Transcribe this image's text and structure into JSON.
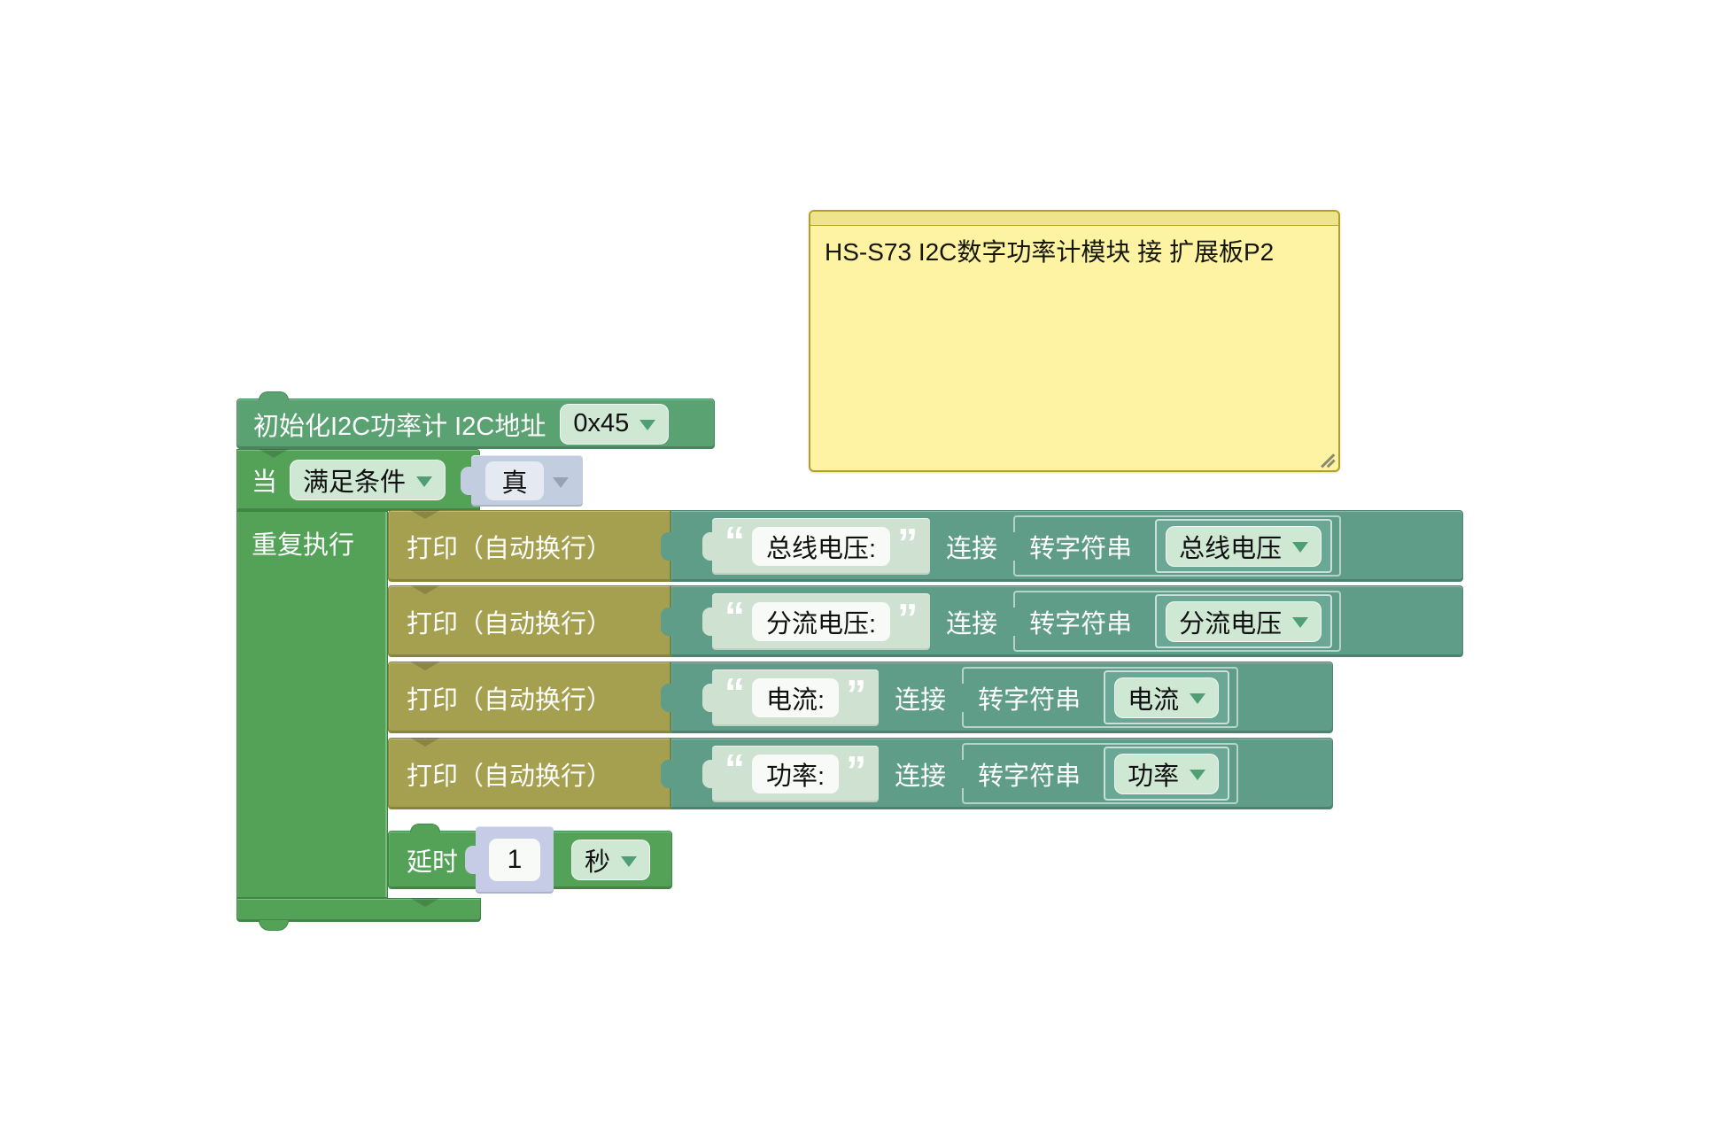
{
  "comment": {
    "text": "HS-S73 I2C数字功率计模块 接 扩展板P2"
  },
  "blocks": {
    "init": {
      "label": "初始化I2C功率计 I2C地址",
      "address": "0x45"
    },
    "when": {
      "label": "当",
      "condition": "满足条件",
      "value": "真"
    },
    "repeat": {
      "label": "重复执行"
    },
    "print_rows": [
      {
        "label": "打印（自动换行）",
        "string": "总线电压:",
        "join_label": "连接",
        "tostr_label": "转字符串",
        "variable": "总线电压"
      },
      {
        "label": "打印（自动换行）",
        "string": "分流电压:",
        "join_label": "连接",
        "tostr_label": "转字符串",
        "variable": "分流电压"
      },
      {
        "label": "打印（自动换行）",
        "string": "电流:",
        "join_label": "连接",
        "tostr_label": "转字符串",
        "variable": "电流"
      },
      {
        "label": "打印（自动换行）",
        "string": "功率:",
        "join_label": "连接",
        "tostr_label": "转字符串",
        "variable": "功率"
      }
    ],
    "delay": {
      "label": "延时",
      "value": "1",
      "unit": "秒"
    }
  },
  "colors": {
    "canvas": "#ffffff",
    "note-bg": "#fdf3a3",
    "note-header": "#efe38c",
    "note-border": "#b3a125",
    "green": "#54a258",
    "green-dark": "#3e8743",
    "sage-green": "#5ba273",
    "sage-dark": "#47865c",
    "olive": "#a5a04f",
    "olive-dark": "#88842f",
    "teal": "#5f9d88",
    "teal-dark": "#4b8671",
    "teal-light": "#6aa795",
    "string-bg": "#cfe2d2",
    "field-white": "#f7faf7",
    "pill-green": "#cfe8d4",
    "bool-bg": "#c2cedf",
    "bool-field": "#e4e9f2",
    "num-bg": "#c6cbe6",
    "tri-green": "#4f9e74",
    "tri-gray": "#96a3b6"
  }
}
